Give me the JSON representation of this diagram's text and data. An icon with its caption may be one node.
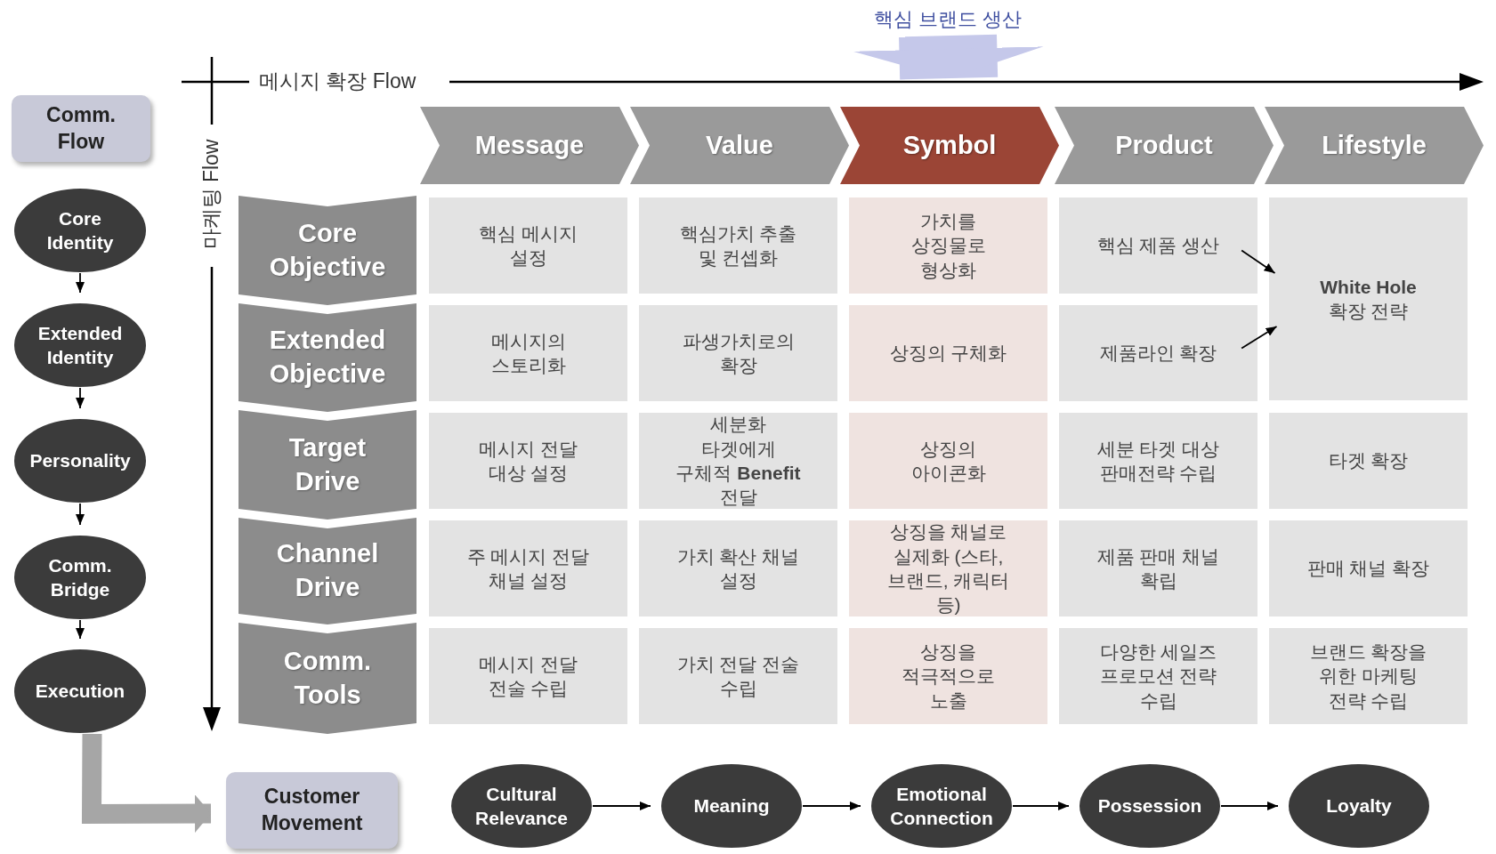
{
  "diagram": {
    "nodes": [
      {
        "text": [
          "Comm. Flow"
        ]
      },
      {
        "text": [
          "Core Identity"
        ]
      },
      {
        "text": [
          "Extended Identity"
        ]
      },
      {
        "text": [
          "Personality"
        ]
      },
      {
        "text": [
          "Comm. Bridge"
        ]
      },
      {
        "text": [
          "Execution"
        ]
      },
      {
        "text": [
          "Message"
        ]
      },
      {
        "text": [
          "Value"
        ]
      },
      {
        "text": [
          "Symbol"
        ]
      },
      {
        "text": [
          "Product"
        ]
      },
      {
        "text": [
          "Lifestyle"
        ]
      },
      {
        "text": [
          "Core Objective"
        ]
      },
      {
        "text": [
          "Extended Objective"
        ]
      },
      {
        "text": [
          "Target Drive"
        ]
      },
      {
        "text": [
          "Channel Drive"
        ]
      },
      {
        "text": [
          "Comm. Tools"
        ]
      },
      {
        "text": [
          "핵심 메시지 설정"
        ]
      },
      {
        "text": [
          "핵심가치 추출 및 컨셉화"
        ]
      },
      {
        "text": [
          "가치를 상징물로 형상화"
        ]
      },
      {
        "text": [
          "핵심 제품 생산"
        ]
      },
      {
        "text": [
          "**White Hole** 확장 전략"
        ]
      },
      {
        "text": [
          "메시지의 스토리화"
        ]
      },
      {
        "text": [
          "파생가치로의 확장"
        ]
      },
      {
        "text": [
          "상징의 구체화"
        ]
      },
      {
        "text": [
          "제품라인 확장"
        ]
      },
      {
        "text": [
          "메시지 전달 대상 설정"
        ]
      },
      {
        "text": [
          "세분화 타겟에게 구체적 **Benefit** 전달"
        ]
      },
      {
        "text": [
          "상징의 아이콘화"
        ]
      },
      {
        "text": [
          "세분 타겟 대상 판매전략 수립"
        ]
      },
      {
        "text": [
          "타겟 확장"
        ]
      },
      {
        "text": [
          "주 메시지 전달 채널 설정"
        ]
      },
      {
        "text": [
          "가치 확산 채널 설정"
        ]
      },
      {
        "text": [
          "상징을 채널로 실제화 (스타, 브랜드, 캐릭터 등)"
        ]
      },
      {
        "text": [
          "제품 판매 채널 확립"
        ]
      },
      {
        "text": [
          "판매 채널 확장"
        ]
      },
      {
        "text": [
          "메시지 전달 전술 수립"
        ]
      },
      {
        "text": [
          "가치 전달 전술 수립"
        ]
      },
      {
        "text": [
          "상징을 적극적으로 노출"
        ]
      },
      {
        "text": [
          "다양한 세일즈 프로모션 전략 수립"
        ]
      },
      {
        "text": [
          "브랜드 확장을 위한 마케팅 전략 수립"
        ]
      },
      {
        "text": [
          "Customer Movement"
        ]
      },
      {
        "text": [
          "Cultural Relevance"
        ]
      },
      {
        "text": [
          "Meaning"
        ]
      },
      {
        "text": [
          "Emotional Connection"
        ]
      },
      {
        "text": [
          "Possession"
        ]
      },
      {
        "text": [
          "Loyalty"
        ]
      },
      {
        "text": [
          "핵심 브랜드 생산"
        ]
      }
    ],
    "edges": [
      {
        "from": 1,
        "to": 2,
        "arrow": "to"
      },
      {
        "from": 2,
        "to": 3,
        "arrow": "to"
      },
      {
        "from": 3,
        "to": 4,
        "arrow": "to"
      },
      {
        "from": 4,
        "to": 5,
        "arrow": "to"
      },
      {
        "from": 41,
        "to": 42,
        "arrow": "to"
      },
      {
        "from": 42,
        "to": 43,
        "arrow": "to"
      },
      {
        "from": 43,
        "to": 44,
        "arrow": "to"
      },
      {
        "from": 44,
        "to": 45,
        "arrow": "to"
      },
      {
        "from": 19,
        "to": 20,
        "arrow": "to"
      },
      {
        "from": 24,
        "to": 20,
        "arrow": "to"
      },
      {
        "from": 46,
        "to": 8,
        "arrow": "to",
        "style": "thick",
        "color": "#c5c8ea"
      },
      {
        "from": 5,
        "to": 40,
        "arrow": "to",
        "style": "thick",
        "color": "#a6a6a6"
      }
    ],
    "labels": [
      "메시지 확장 Flow",
      "마케팅 Flow"
    ]
  }
}
